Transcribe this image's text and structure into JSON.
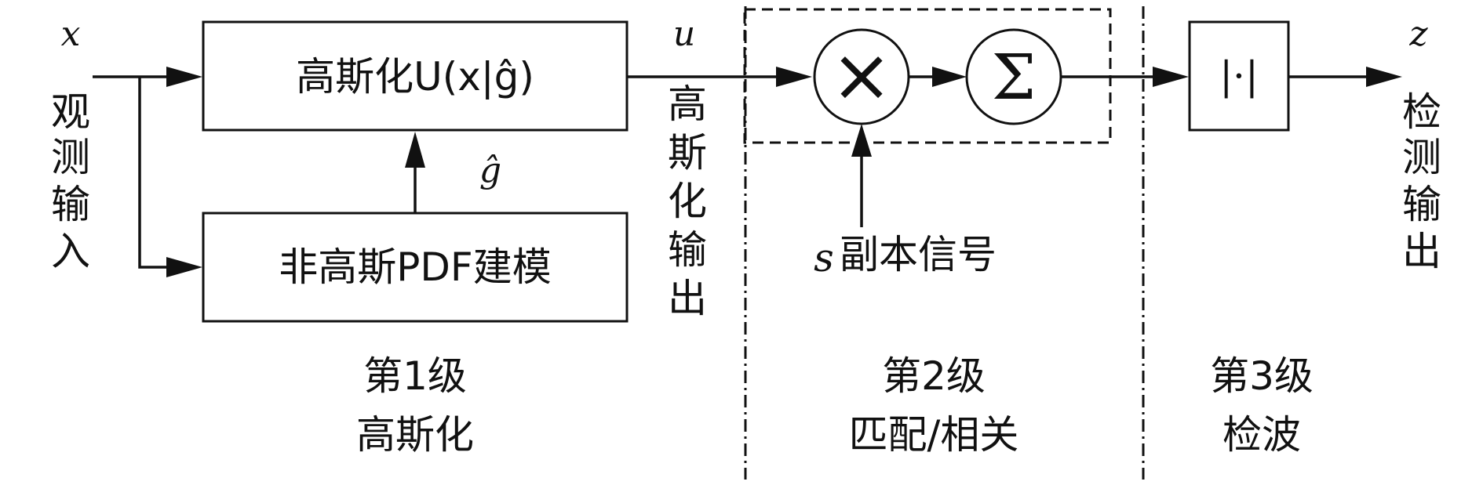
{
  "inputs": {
    "x_symbol": "x",
    "x_label_chars": [
      "观",
      "测",
      "输",
      "入"
    ]
  },
  "stage1": {
    "gaussianize_block": "高斯化U(x|ĝ)",
    "pdf_model_block": "非高斯PDF建模",
    "g_hat_symbol": "ĝ",
    "u_symbol": "u",
    "u_label_chars": [
      "高",
      "斯",
      "化",
      "输",
      "出"
    ],
    "caption_line1": "第1级",
    "caption_line2": "高斯化"
  },
  "stage2": {
    "multiply_symbol": "×",
    "sum_symbol": "Σ",
    "replica_symbol": "s",
    "replica_label": "副本信号",
    "caption_line1": "第2级",
    "caption_line2": "匹配/相关"
  },
  "stage3": {
    "detector_block": "|·|",
    "z_symbol": "z",
    "z_label_chars": [
      "检",
      "测",
      "输",
      "出"
    ],
    "caption_line1": "第3级",
    "caption_line2": "检波"
  }
}
